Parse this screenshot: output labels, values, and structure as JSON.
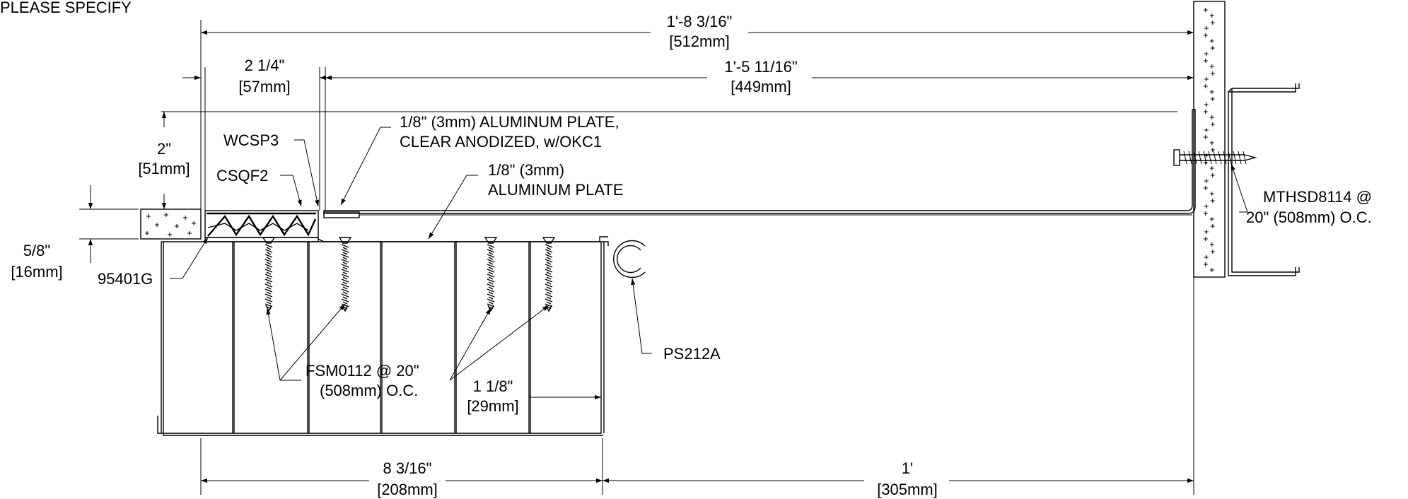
{
  "header_note": "PLEASE SPECIFY",
  "dimensions": {
    "overall": {
      "imperial": "1'-8 3/16\"",
      "metric": "[512mm]"
    },
    "left_gap": {
      "imperial": "2 1/4\"",
      "metric": "[57mm]"
    },
    "cover_span": {
      "imperial": "1'-5 11/16\"",
      "metric": "[449mm]"
    },
    "height": {
      "imperial": "2\"",
      "metric": "[51mm]"
    },
    "slab_depth": {
      "imperial": "5/8\"",
      "metric": "[16mm]"
    },
    "stud_flange": {
      "imperial": "1 1/8\"",
      "metric": "[29mm]"
    },
    "stud_depth": {
      "imperial": "8 3/16\"",
      "metric": "[208mm]"
    },
    "wall_offset": {
      "imperial": "1'",
      "metric": "[305mm]"
    }
  },
  "callouts": {
    "wcsp3": "WCSP3",
    "csqf2": "CSQF2",
    "code_95401g": "95401G",
    "cover_plate": {
      "line1": "1/8\" (3mm) ALUMINUM PLATE,",
      "line2": "CLEAR ANODIZED, w/OKC1"
    },
    "base_plate": {
      "line1": "1/8\" (3mm)",
      "line2": "ALUMINUM PLATE"
    },
    "anchor": {
      "line1": "MTHSD8114 @",
      "line2": "20\" (508mm) O.C."
    },
    "fastener": {
      "line1": "FSM0112 @ 20\"",
      "line2": "(508mm) O.C."
    },
    "ps212a": "PS212A"
  }
}
